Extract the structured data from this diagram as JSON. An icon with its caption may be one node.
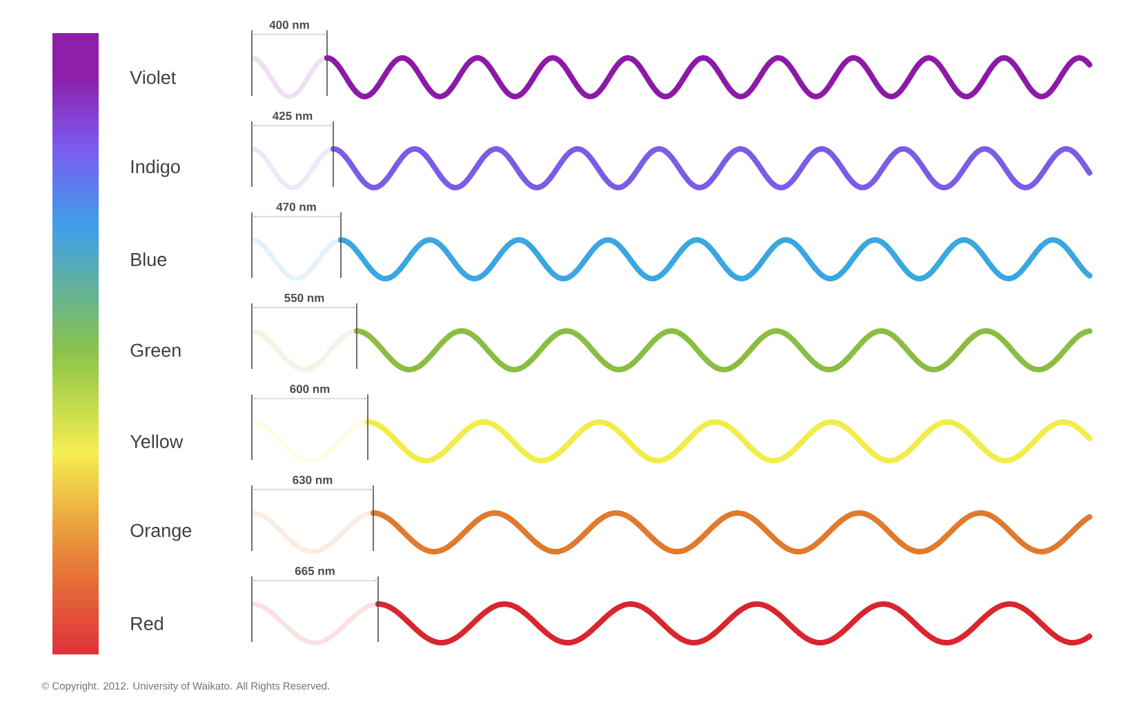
{
  "diagram": {
    "labels": [
      "400 nm",
      "Violet",
      "425 nm",
      "Indigo",
      "470 nm",
      "Blue",
      "550 nm",
      "Green",
      "600 nm",
      "Yellow",
      "630 nm",
      "Orange",
      "665 nm",
      "Red",
      "© Copyright. 2012. University of Waikato. All Rights Reserved."
    ]
  }
}
